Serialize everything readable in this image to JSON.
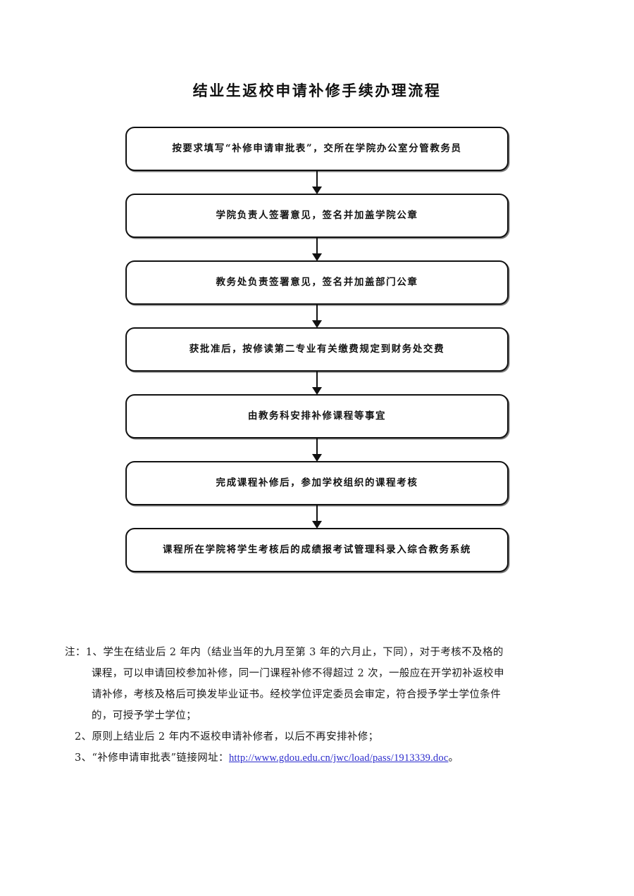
{
  "document": {
    "title": "结业生返校申请补修手续办理流程"
  },
  "flowchart": {
    "type": "vertical-process",
    "arrow_glyph": "down-arrow",
    "steps": [
      {
        "id": "step-1",
        "label": "按要求填写“补修申请审批表”，交所在学院办公室分管教务员"
      },
      {
        "id": "step-2",
        "label": "学院负责人签署意见，签名并加盖学院公章"
      },
      {
        "id": "step-3",
        "label": "教务处负责签署意见，签名并加盖部门公章"
      },
      {
        "id": "step-4",
        "label": "获批准后，按修读第二专业有关缴费规定到财务处交费"
      },
      {
        "id": "step-5",
        "label": "由教务科安排补修课程等事宜"
      },
      {
        "id": "step-6",
        "label": "完成课程补修后，参加学校组织的课程考核"
      },
      {
        "id": "step-7",
        "label": "课程所在学院将学生考核后的成绩报考试管理科录入综合教务系统"
      }
    ]
  },
  "notes": {
    "lines": [
      {
        "id": "note-1-line-1",
        "style": "first",
        "text": "注：1、学生在结业后 2 年内（结业当年的九月至第 3 年的六月止，下同），对于考核不及格的"
      },
      {
        "id": "note-1-line-2",
        "style": "indent",
        "text": "课程，可以申请回校参加补修，同一门课程补修不得超过 2 次，一般应在开学初补返校申"
      },
      {
        "id": "note-1-line-3",
        "style": "indent",
        "text": "请补修，考核及格后可换发毕业证书。经校学位评定委员会审定，符合授予学士学位条件"
      },
      {
        "id": "note-1-line-4",
        "style": "indent",
        "text": "的，可授予学士学位；"
      },
      {
        "id": "note-2",
        "style": "hang",
        "text": "2、原则上结业后 2 年内不返校申请补修者，以后不再安排补修；"
      }
    ],
    "link_line": {
      "id": "note-3",
      "prefix": "3、“补修申请审批表”链接网址：",
      "link_text": "http://www.gdou.edu.cn/jwc/load/pass/1913339.doc",
      "link_href": "http://www.gdou.edu.cn/jwc/load/pass/1913339.doc",
      "suffix": "。"
    }
  },
  "colors": {
    "page_background": "#ffffff",
    "ink": "#111111",
    "link": "#2b2bcc"
  }
}
